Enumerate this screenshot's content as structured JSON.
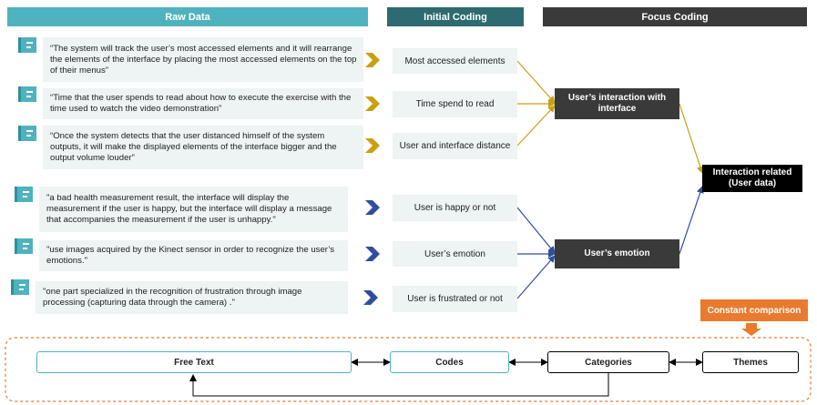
{
  "headers": {
    "raw_data": "Raw Data",
    "initial_coding": "Initial Coding",
    "focus_coding": "Focus Coding"
  },
  "quotes": [
    "“The system will track the user’s most accessed elements and it will rearrange the elements of the interface by placing the most accessed elements on the top of their menus”",
    "“Time that the user spends to read about how to execute the exercise with the time used to watch the video demonstration”",
    "“Once the system detects that the user distanced himself of the system outputs, it will make the displayed elements of the interface bigger and the output volume louder”",
    "\"a bad health measurement result, the interface will display the measurement if the user is happy, but the interface will display a message that accompanies the measurement if the user is unhappy.\"",
    "\"use images acquired by the Kinect sensor in order to recognize the user’s emotions.\"",
    "\"one part specialized in the recognition of frustration through image processing (capturing data through the camera) .\""
  ],
  "codes": [
    "Most accessed elements",
    "Time spend to read",
    "User and interface distance",
    "User is happy or not",
    "User’s emotion",
    "User is frustrated or not"
  ],
  "focus": {
    "interaction": "User’s interaction with interface",
    "emotion": "User’s emotion",
    "result": "Interaction related (User data)"
  },
  "constant_comparison": "Constant comparison",
  "process": {
    "free_text": "Free Text",
    "codes": "Codes",
    "categories": "Categories",
    "themes": "Themes"
  },
  "colors": {
    "raw_header": "#4fb3bf",
    "initial_header": "#2d6b70",
    "focus_header": "#3a3a3a",
    "gold": "#c9a010",
    "blue": "#2f4e9c",
    "orange": "#ea7a2e"
  }
}
